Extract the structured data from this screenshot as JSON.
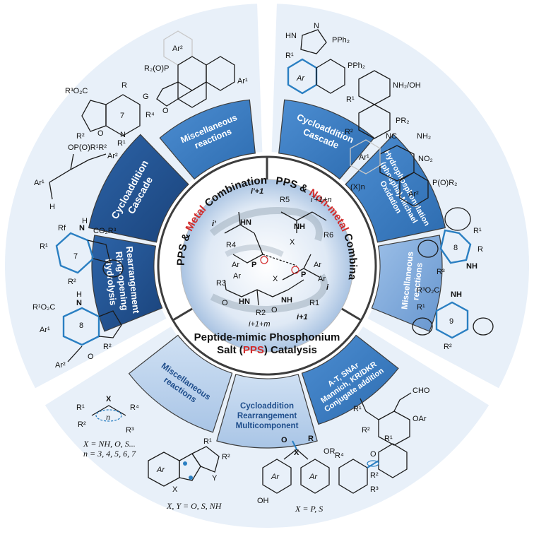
{
  "center": {
    "title_line1": "Peptide-mimic Phosphonium",
    "title_line2_pre": "Salt (",
    "title_line2_acronym": "PPS",
    "title_line2_post": ") Catalysis"
  },
  "ring": {
    "metal_pre": "PPS  &  ",
    "metal_highlight": "Metal",
    "metal_post": " Combination",
    "nonmetal_pre": "PPS  &  ",
    "nonmetal_highlight": "Non-metal",
    "nonmetal_post": " Combination"
  },
  "panels": {
    "metal_misc": [
      "Miscellaneous",
      "reactions"
    ],
    "metal_cyclo": [
      "Cycloaddition",
      "Cascade"
    ],
    "metal_rearr": [
      "Rearrangement",
      "Ring-opening",
      "Hydrolysis"
    ],
    "nonmetal_cyclo": [
      "Cycloaddition",
      "Cascade"
    ],
    "nonmetal_hydro": [
      "Hydrophosphonylation",
      "(phospha)-Michael",
      "Oxidation"
    ],
    "nonmetal_misc": [
      "Miscellaneous",
      "reactions"
    ],
    "bottom_misc": [
      "Miscellaneous",
      "reactions"
    ],
    "bottom_cyclo": [
      "Cycloaddition",
      "Rearrangement",
      "Multicomponent"
    ],
    "bottom_at": [
      "A-T, SNAr",
      "Mannich, KR/DKR",
      "Conjugate addition"
    ]
  },
  "catalyst_labels": {
    "i_plus_1_top": "i'+1",
    "i_prime": "i'",
    "i_plus_1_n": "i'+1+n",
    "i": "i",
    "i_plus_1": "i+1",
    "i_plus_1_m": "i+1+m",
    "HN": "HN",
    "NH": "NH",
    "P": "P",
    "Ar": "Ar",
    "X": "X",
    "R1": "R1",
    "R2": "R2",
    "R3": "R3",
    "R4": "R4",
    "R5": "R5",
    "R6": "R6",
    "O": "O"
  },
  "structures": {
    "s7_label": "7",
    "s7_r3o2c": "R³O₂C",
    "s7_r": "R",
    "s7_r4": "R⁴",
    "s7_r1": "R¹",
    "s7_r2": "R²",
    "s7_n": "N",
    "s7_o": "O",
    "helicene_r2op": "R₂(O)P",
    "helicene_ar": "Ar²",
    "helicene_ar1": "Ar¹",
    "helicene_g": "G",
    "helicene_o": "O",
    "allene_op": "OP(O)R¹R²",
    "allene_ar1": "Ar¹",
    "allene_ar2": "Ar²",
    "allene_h": "H",
    "tri7_label": "7",
    "tri7_n": "N",
    "tri7_h": "H",
    "tri7_co2r3": "CO₂R³",
    "tri7_rf": "Rf",
    "tri7_r1": "R¹",
    "tri7_r2": "R²",
    "tri8_label": "8",
    "tri8_h": "H",
    "tri8_n": "N",
    "tri8_r1o2c": "R¹O₂C",
    "tri8_ar1": "Ar¹",
    "tri8_r2": "R²",
    "tri8_ar2": "Ar²",
    "tri8_o": "O",
    "pyr_hn": "HN",
    "pyr_n": "N",
    "pyr_pph2a": "PPh₂",
    "pyr_pph2b": "PPh₂",
    "pyr_r1": "R¹",
    "pyr_ar": "Ar",
    "bi_nh2oh": "NH₂/OH",
    "bi_pr2": "PR₂",
    "bi_r1": "R¹",
    "bi_r2": "R²",
    "ter_cn": "NC",
    "ter_nh2": "NH₂",
    "ter_no2": "NO₂",
    "ter_x": "(X)n",
    "ter_ar1": "Ar¹",
    "ter_ar2": "Ar²",
    "ter_po": "P(O)R₂",
    "s8b_label": "8",
    "s8b_r1": "R¹",
    "s8b_r": "R",
    "s8b_r3": "R³",
    "s8b_nh": "NH",
    "s9_label": "9",
    "s9_r3o2c": "R³O₂C",
    "s9_nh": "NH",
    "s9_r1": "R¹",
    "s9_r2": "R²",
    "ring_x": "X",
    "ring_n": "n",
    "ring_r1": "R¹",
    "ring_r2": "R²",
    "ring_r3": "R³",
    "ring_r4": "R⁴",
    "ring_caption1": "X = NH, O, S...",
    "ring_caption2": "n = 3, 4, 5, 6, 7",
    "fused_ar": "Ar",
    "fused_r1": "R¹",
    "fused_r2": "R²",
    "fused_x": "X",
    "fused_y": "Y",
    "fused_caption": "X, Y = O, S, NH",
    "xo_o": "O",
    "xo_r": "R",
    "xo_x": "X",
    "xo_or": "OR",
    "xo_oh": "OH",
    "xo_ar1": "Ar",
    "xo_ar2": "Ar",
    "xo_caption": "X = P, S",
    "cho_cho": "CHO",
    "cho_oar": "OAr",
    "cho_r2": "R²",
    "cho_r1": "R¹",
    "ax_r1": "R¹",
    "ax_r4": "R⁴",
    "ax_r2": "R²",
    "ax_r3": "R³",
    "ax_o": "O"
  },
  "colors": {
    "panel_dark": "#1f4f8f",
    "panel_mid": "#2e6fb4",
    "panel_light": "#6f9fd6",
    "panel_pale": "#b9d1ec",
    "sector_bg": "#e8f0f9",
    "accent_red": "#d22b2b",
    "accent_blue": "#2a7fc2"
  }
}
